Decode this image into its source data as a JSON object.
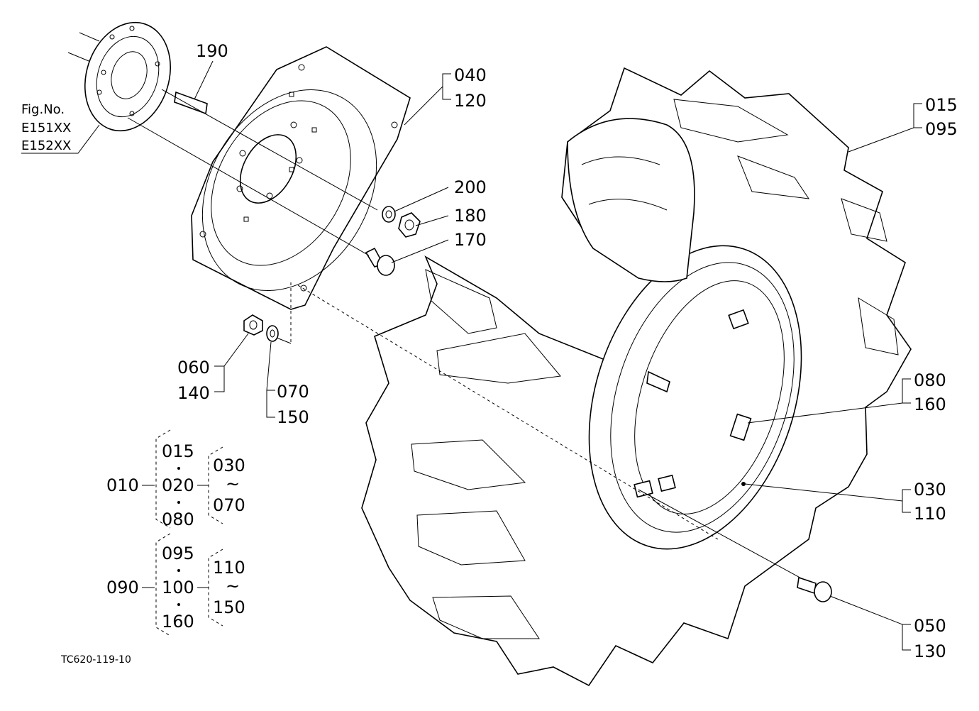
{
  "fig_ref": {
    "label": "Fig.No.",
    "codes": [
      "E151XX",
      "E152XX"
    ]
  },
  "callouts": {
    "c190": "190",
    "c040": "040",
    "c120": "120",
    "c015": "015",
    "c095": "095",
    "c200": "200",
    "c180": "180",
    "c170": "170",
    "c060": "060",
    "c140": "140",
    "c070": "070",
    "c150": "150",
    "c080": "080",
    "c160": "160",
    "c030": "030",
    "c110": "110",
    "c050": "050",
    "c130": "130"
  },
  "assemblies": [
    {
      "parent": "010",
      "members": [
        "015",
        "020",
        "080"
      ],
      "range_from": "030",
      "range_sep": "~",
      "range_to": "070"
    },
    {
      "parent": "090",
      "members": [
        "095",
        "100",
        "160"
      ],
      "range_from": "110",
      "range_sep": "~",
      "range_to": "150"
    }
  ],
  "drawing_code": "TC620-119-10"
}
